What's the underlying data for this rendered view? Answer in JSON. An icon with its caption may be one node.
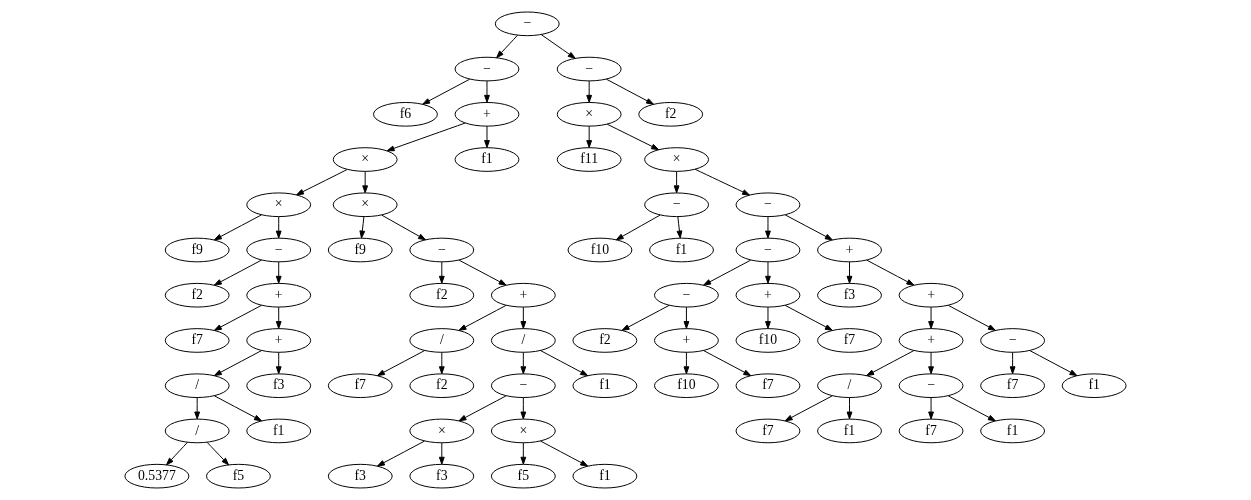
{
  "diagram": {
    "nodes": [
      {
        "text": [
          "−"
        ]
      },
      {
        "text": [
          "−"
        ]
      },
      {
        "text": [
          "f6"
        ]
      },
      {
        "text": [
          "+"
        ]
      },
      {
        "text": [
          "×"
        ]
      },
      {
        "text": [
          "×"
        ]
      },
      {
        "text": [
          "f9"
        ]
      },
      {
        "text": [
          "−"
        ]
      },
      {
        "text": [
          "f2"
        ]
      },
      {
        "text": [
          "+"
        ]
      },
      {
        "text": [
          "f7"
        ]
      },
      {
        "text": [
          "+"
        ]
      },
      {
        "text": [
          "/"
        ]
      },
      {
        "text": [
          "/"
        ]
      },
      {
        "text": [
          "0.5377"
        ]
      },
      {
        "text": [
          "f5"
        ]
      },
      {
        "text": [
          "f1"
        ]
      },
      {
        "text": [
          "f3"
        ]
      },
      {
        "text": [
          "×"
        ]
      },
      {
        "text": [
          "f9"
        ]
      },
      {
        "text": [
          "−"
        ]
      },
      {
        "text": [
          "f2"
        ]
      },
      {
        "text": [
          "+"
        ]
      },
      {
        "text": [
          "/"
        ]
      },
      {
        "text": [
          "f7"
        ]
      },
      {
        "text": [
          "f2"
        ]
      },
      {
        "text": [
          "/"
        ]
      },
      {
        "text": [
          "−"
        ]
      },
      {
        "text": [
          "×"
        ]
      },
      {
        "text": [
          "f3"
        ]
      },
      {
        "text": [
          "f3"
        ]
      },
      {
        "text": [
          "×"
        ]
      },
      {
        "text": [
          "f5"
        ]
      },
      {
        "text": [
          "f1"
        ]
      },
      {
        "text": [
          "f1"
        ]
      },
      {
        "text": [
          "f1"
        ]
      },
      {
        "text": [
          "−"
        ]
      },
      {
        "text": [
          "×"
        ]
      },
      {
        "text": [
          "f11"
        ]
      },
      {
        "text": [
          "×"
        ]
      },
      {
        "text": [
          "−"
        ]
      },
      {
        "text": [
          "f10"
        ]
      },
      {
        "text": [
          "f1"
        ]
      },
      {
        "text": [
          "−"
        ]
      },
      {
        "text": [
          "−"
        ]
      },
      {
        "text": [
          "−"
        ]
      },
      {
        "text": [
          "f2"
        ]
      },
      {
        "text": [
          "+"
        ]
      },
      {
        "text": [
          "f10"
        ]
      },
      {
        "text": [
          "f7"
        ]
      },
      {
        "text": [
          "+"
        ]
      },
      {
        "text": [
          "f10"
        ]
      },
      {
        "text": [
          "f7"
        ]
      },
      {
        "text": [
          "+"
        ]
      },
      {
        "text": [
          "f3"
        ]
      },
      {
        "text": [
          "+"
        ]
      },
      {
        "text": [
          "+"
        ]
      },
      {
        "text": [
          "/"
        ]
      },
      {
        "text": [
          "f7"
        ]
      },
      {
        "text": [
          "f1"
        ]
      },
      {
        "text": [
          "−"
        ]
      },
      {
        "text": [
          "f7"
        ]
      },
      {
        "text": [
          "f1"
        ]
      },
      {
        "text": [
          "−"
        ]
      },
      {
        "text": [
          "f7"
        ]
      },
      {
        "text": [
          "f1"
        ]
      },
      {
        "text": [
          "f2"
        ]
      }
    ],
    "edges": [
      {
        "from": 0,
        "to": 1,
        "arrow": "to"
      },
      {
        "from": 1,
        "to": 2,
        "arrow": "to"
      },
      {
        "from": 1,
        "to": 3,
        "arrow": "to"
      },
      {
        "from": 3,
        "to": 4,
        "arrow": "to"
      },
      {
        "from": 4,
        "to": 5,
        "arrow": "to"
      },
      {
        "from": 5,
        "to": 6,
        "arrow": "to"
      },
      {
        "from": 5,
        "to": 7,
        "arrow": "to"
      },
      {
        "from": 7,
        "to": 8,
        "arrow": "to"
      },
      {
        "from": 7,
        "to": 9,
        "arrow": "to"
      },
      {
        "from": 9,
        "to": 10,
        "arrow": "to"
      },
      {
        "from": 9,
        "to": 11,
        "arrow": "to"
      },
      {
        "from": 11,
        "to": 12,
        "arrow": "to"
      },
      {
        "from": 12,
        "to": 13,
        "arrow": "to"
      },
      {
        "from": 13,
        "to": 14,
        "arrow": "to"
      },
      {
        "from": 13,
        "to": 15,
        "arrow": "to"
      },
      {
        "from": 12,
        "to": 16,
        "arrow": "to"
      },
      {
        "from": 11,
        "to": 17,
        "arrow": "to"
      },
      {
        "from": 4,
        "to": 18,
        "arrow": "to"
      },
      {
        "from": 18,
        "to": 19,
        "arrow": "to"
      },
      {
        "from": 18,
        "to": 20,
        "arrow": "to"
      },
      {
        "from": 20,
        "to": 21,
        "arrow": "to"
      },
      {
        "from": 20,
        "to": 22,
        "arrow": "to"
      },
      {
        "from": 22,
        "to": 23,
        "arrow": "to"
      },
      {
        "from": 23,
        "to": 24,
        "arrow": "to"
      },
      {
        "from": 23,
        "to": 25,
        "arrow": "to"
      },
      {
        "from": 22,
        "to": 26,
        "arrow": "to"
      },
      {
        "from": 26,
        "to": 27,
        "arrow": "to"
      },
      {
        "from": 27,
        "to": 28,
        "arrow": "to"
      },
      {
        "from": 28,
        "to": 29,
        "arrow": "to"
      },
      {
        "from": 28,
        "to": 30,
        "arrow": "to"
      },
      {
        "from": 27,
        "to": 31,
        "arrow": "to"
      },
      {
        "from": 31,
        "to": 32,
        "arrow": "to"
      },
      {
        "from": 31,
        "to": 33,
        "arrow": "to"
      },
      {
        "from": 26,
        "to": 34,
        "arrow": "to"
      },
      {
        "from": 3,
        "to": 35,
        "arrow": "to"
      },
      {
        "from": 0,
        "to": 36,
        "arrow": "to"
      },
      {
        "from": 36,
        "to": 37,
        "arrow": "to"
      },
      {
        "from": 37,
        "to": 38,
        "arrow": "to"
      },
      {
        "from": 37,
        "to": 39,
        "arrow": "to"
      },
      {
        "from": 39,
        "to": 40,
        "arrow": "to"
      },
      {
        "from": 40,
        "to": 41,
        "arrow": "to"
      },
      {
        "from": 40,
        "to": 42,
        "arrow": "to"
      },
      {
        "from": 39,
        "to": 43,
        "arrow": "to"
      },
      {
        "from": 43,
        "to": 44,
        "arrow": "to"
      },
      {
        "from": 44,
        "to": 45,
        "arrow": "to"
      },
      {
        "from": 45,
        "to": 46,
        "arrow": "to"
      },
      {
        "from": 45,
        "to": 47,
        "arrow": "to"
      },
      {
        "from": 47,
        "to": 48,
        "arrow": "to"
      },
      {
        "from": 47,
        "to": 49,
        "arrow": "to"
      },
      {
        "from": 44,
        "to": 50,
        "arrow": "to"
      },
      {
        "from": 50,
        "to": 51,
        "arrow": "to"
      },
      {
        "from": 50,
        "to": 52,
        "arrow": "to"
      },
      {
        "from": 43,
        "to": 53,
        "arrow": "to"
      },
      {
        "from": 53,
        "to": 54,
        "arrow": "to"
      },
      {
        "from": 53,
        "to": 55,
        "arrow": "to"
      },
      {
        "from": 55,
        "to": 56,
        "arrow": "to"
      },
      {
        "from": 56,
        "to": 57,
        "arrow": "to"
      },
      {
        "from": 57,
        "to": 58,
        "arrow": "to"
      },
      {
        "from": 57,
        "to": 59,
        "arrow": "to"
      },
      {
        "from": 56,
        "to": 60,
        "arrow": "to"
      },
      {
        "from": 60,
        "to": 61,
        "arrow": "to"
      },
      {
        "from": 60,
        "to": 62,
        "arrow": "to"
      },
      {
        "from": 55,
        "to": 63,
        "arrow": "to"
      },
      {
        "from": 63,
        "to": 64,
        "arrow": "to"
      },
      {
        "from": 63,
        "to": 65,
        "arrow": "to"
      },
      {
        "from": 36,
        "to": 66,
        "arrow": "to"
      }
    ]
  }
}
